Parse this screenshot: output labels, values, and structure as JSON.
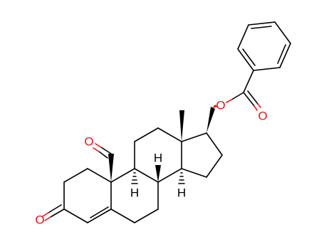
{
  "colors": {
    "background": "#ffffff",
    "bond": "#000000",
    "oxygen": "#e8141c"
  },
  "molecule": {
    "atom_labels": {
      "aldehyde_oxygen": "O",
      "ketone_oxygen": "O",
      "ester_ring_oxygen": "O",
      "ester_carbonyl_oxygen": "O",
      "h9": "H",
      "h8": "H",
      "h14": "H"
    }
  }
}
